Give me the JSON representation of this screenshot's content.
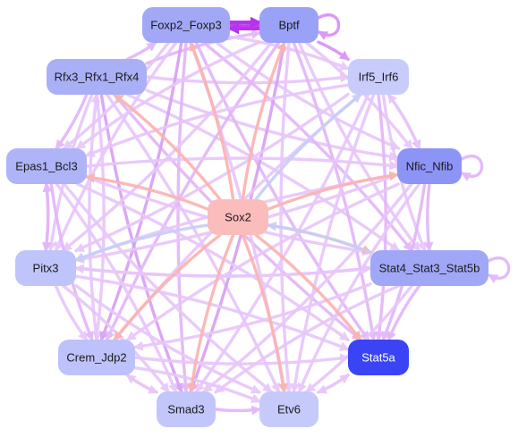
{
  "nodes": [
    {
      "id": "foxp2",
      "label": "Foxp2_Foxp3",
      "fill": "#a2a8f6",
      "text": "#1a1a1a"
    },
    {
      "id": "bptf",
      "label": "Bptf",
      "fill": "#9aa2f8",
      "text": "#1a1a1a"
    },
    {
      "id": "rfx3",
      "label": "Rfx3_Rfx1_Rfx4",
      "fill": "#aab0f6",
      "text": "#1a1a1a"
    },
    {
      "id": "irf5",
      "label": "Irf5_Irf6",
      "fill": "#c8ccfb",
      "text": "#1a1a1a"
    },
    {
      "id": "epas1",
      "label": "Epas1_Bcl3",
      "fill": "#aeb4f7",
      "text": "#1a1a1a"
    },
    {
      "id": "nfic",
      "label": "Nfic_Nfib",
      "fill": "#8c94f5",
      "text": "#1a1a1a"
    },
    {
      "id": "sox2",
      "label": "Sox2",
      "fill": "#fbbcbc",
      "text": "#1a1a1a"
    },
    {
      "id": "pitx3",
      "label": "Pitx3",
      "fill": "#bfc4fa",
      "text": "#1a1a1a"
    },
    {
      "id": "stat4",
      "label": "Stat4_Stat3_Stat5b",
      "fill": "#a0a7f7",
      "text": "#1a1a1a"
    },
    {
      "id": "crem",
      "label": "Crem_Jdp2",
      "fill": "#bdc2fa",
      "text": "#1a1a1a"
    },
    {
      "id": "stat5a",
      "label": "Stat5a",
      "fill": "#3a44f5",
      "text": "#ffffff"
    },
    {
      "id": "smad3",
      "label": "Smad3",
      "fill": "#c2c6fa",
      "text": "#1a1a1a"
    },
    {
      "id": "etv6",
      "label": "Etv6",
      "fill": "#c6cafb",
      "text": "#1a1a1a"
    }
  ],
  "edges": [
    {
      "from": "foxp2",
      "to": "bptf",
      "color": "#c040ee"
    },
    {
      "from": "bptf",
      "to": "foxp2",
      "color": "#c040ee"
    },
    {
      "from": "bptf",
      "to": "bptf",
      "color": "#d890f4"
    },
    {
      "from": "bptf",
      "to": "irf5",
      "color": "#d890f4"
    },
    {
      "from": "nfic",
      "to": "nfic",
      "color": "#e2b6f8"
    },
    {
      "from": "stat4",
      "to": "stat4",
      "color": "#e2b6f8"
    },
    {
      "from": "nfic",
      "to": "stat4",
      "color": "#e2b6f8"
    },
    {
      "from": "irf5",
      "to": "nfic",
      "color": "#e2b6f8"
    },
    {
      "from": "rfx3",
      "to": "foxp2",
      "color": "#e2b6f8"
    },
    {
      "from": "rfx3",
      "to": "bptf",
      "color": "#e2b6f8"
    },
    {
      "from": "rfx3",
      "to": "irf5",
      "color": "#e8c6fa"
    },
    {
      "from": "rfx3",
      "to": "epas1",
      "color": "#e2b6f8"
    },
    {
      "from": "rfx3",
      "to": "nfic",
      "color": "#e8c6fa"
    },
    {
      "from": "rfx3",
      "to": "stat4",
      "color": "#e8c6fa"
    },
    {
      "from": "rfx3",
      "to": "stat5a",
      "color": "#e2b6f8"
    },
    {
      "from": "rfx3",
      "to": "etv6",
      "color": "#e8c6fa"
    },
    {
      "from": "rfx3",
      "to": "smad3",
      "color": "#d8a0f4"
    },
    {
      "from": "rfx3",
      "to": "crem",
      "color": "#e8c6fa"
    },
    {
      "from": "rfx3",
      "to": "pitx3",
      "color": "#e8c6fa"
    },
    {
      "from": "foxp2",
      "to": "irf5",
      "color": "#e8c6fa"
    },
    {
      "from": "foxp2",
      "to": "nfic",
      "color": "#e8c6fa"
    },
    {
      "from": "foxp2",
      "to": "stat4",
      "color": "#e2b6f8"
    },
    {
      "from": "foxp2",
      "to": "stat5a",
      "color": "#e2b6f8"
    },
    {
      "from": "foxp2",
      "to": "etv6",
      "color": "#e8c6fa"
    },
    {
      "from": "foxp2",
      "to": "smad3",
      "color": "#e2b6f8"
    },
    {
      "from": "foxp2",
      "to": "crem",
      "color": "#d8a0f4"
    },
    {
      "from": "foxp2",
      "to": "pitx3",
      "color": "#e8c6fa"
    },
    {
      "from": "foxp2",
      "to": "epas1",
      "color": "#e8c6fa"
    },
    {
      "from": "bptf",
      "to": "epas1",
      "color": "#e8c6fa"
    },
    {
      "from": "bptf",
      "to": "pitx3",
      "color": "#e8c6fa"
    },
    {
      "from": "bptf",
      "to": "crem",
      "color": "#e2b6f8"
    },
    {
      "from": "bptf",
      "to": "smad3",
      "color": "#d8a0f4"
    },
    {
      "from": "bptf",
      "to": "etv6",
      "color": "#e8c6fa"
    },
    {
      "from": "bptf",
      "to": "stat5a",
      "color": "#e2b6f8"
    },
    {
      "from": "bptf",
      "to": "stat4",
      "color": "#e8c6fa"
    },
    {
      "from": "bptf",
      "to": "nfic",
      "color": "#e8c6fa"
    },
    {
      "from": "irf5",
      "to": "epas1",
      "color": "#e8c6fa"
    },
    {
      "from": "irf5",
      "to": "pitx3",
      "color": "#e8c6fa"
    },
    {
      "from": "irf5",
      "to": "crem",
      "color": "#e8c6fa"
    },
    {
      "from": "irf5",
      "to": "smad3",
      "color": "#e8c6fa"
    },
    {
      "from": "irf5",
      "to": "etv6",
      "color": "#e8c6fa"
    },
    {
      "from": "irf5",
      "to": "stat5a",
      "color": "#e2b6f8"
    },
    {
      "from": "irf5",
      "to": "stat4",
      "color": "#e8c6fa"
    },
    {
      "from": "epas1",
      "to": "nfic",
      "color": "#e8c6fa"
    },
    {
      "from": "epas1",
      "to": "stat4",
      "color": "#e8c6fa"
    },
    {
      "from": "epas1",
      "to": "stat5a",
      "color": "#e8c6fa"
    },
    {
      "from": "epas1",
      "to": "etv6",
      "color": "#e8c6fa"
    },
    {
      "from": "epas1",
      "to": "smad3",
      "color": "#e8c6fa"
    },
    {
      "from": "epas1",
      "to": "crem",
      "color": "#e2b6f8"
    },
    {
      "from": "epas1",
      "to": "pitx3",
      "color": "#e2b6f8"
    },
    {
      "from": "pitx3",
      "to": "epas1",
      "color": "#e2b6f8"
    },
    {
      "from": "pitx3",
      "to": "nfic",
      "color": "#e8c6fa"
    },
    {
      "from": "pitx3",
      "to": "stat4",
      "color": "#e8c6fa"
    },
    {
      "from": "pitx3",
      "to": "stat5a",
      "color": "#e8c6fa"
    },
    {
      "from": "pitx3",
      "to": "etv6",
      "color": "#e8c6fa"
    },
    {
      "from": "pitx3",
      "to": "smad3",
      "color": "#e8c6fa"
    },
    {
      "from": "pitx3",
      "to": "crem",
      "color": "#e8c6fa"
    },
    {
      "from": "nfic",
      "to": "pitx3",
      "color": "#e8c6fa"
    },
    {
      "from": "nfic",
      "to": "crem",
      "color": "#e8c6fa"
    },
    {
      "from": "nfic",
      "to": "smad3",
      "color": "#e8c6fa"
    },
    {
      "from": "nfic",
      "to": "etv6",
      "color": "#e8c6fa"
    },
    {
      "from": "nfic",
      "to": "stat5a",
      "color": "#e2b6f8"
    },
    {
      "from": "nfic",
      "to": "irf5",
      "color": "#e8c6fa"
    },
    {
      "from": "stat4",
      "to": "crem",
      "color": "#e8c6fa"
    },
    {
      "from": "stat4",
      "to": "smad3",
      "color": "#e8c6fa"
    },
    {
      "from": "stat4",
      "to": "etv6",
      "color": "#e8c6fa"
    },
    {
      "from": "stat4",
      "to": "stat5a",
      "color": "#e2b6f8"
    },
    {
      "from": "stat4",
      "to": "pitx3",
      "color": "#e8c6fa"
    },
    {
      "from": "crem",
      "to": "smad3",
      "color": "#e8c6fa"
    },
    {
      "from": "crem",
      "to": "etv6",
      "color": "#e8c6fa"
    },
    {
      "from": "crem",
      "to": "stat5a",
      "color": "#e8c6fa"
    },
    {
      "from": "crem",
      "to": "rfx3",
      "color": "#e8c6fa"
    },
    {
      "from": "smad3",
      "to": "etv6",
      "color": "#e2b6f8"
    },
    {
      "from": "smad3",
      "to": "crem",
      "color": "#e8c6fa"
    },
    {
      "from": "etv6",
      "to": "stat5a",
      "color": "#e8c6fa"
    },
    {
      "from": "stat5a",
      "to": "etv6",
      "color": "#e8c6fa"
    },
    {
      "from": "sox2",
      "to": "foxp2",
      "color": "#fbb4b0"
    },
    {
      "from": "sox2",
      "to": "bptf",
      "color": "#fbb4b0"
    },
    {
      "from": "sox2",
      "to": "rfx3",
      "color": "#fbb4b0"
    },
    {
      "from": "sox2",
      "to": "irf5",
      "color": "#c8cef8"
    },
    {
      "from": "sox2",
      "to": "epas1",
      "color": "#fbb4b0"
    },
    {
      "from": "sox2",
      "to": "nfic",
      "color": "#fbb4b0"
    },
    {
      "from": "sox2",
      "to": "pitx3",
      "color": "#c8cef8"
    },
    {
      "from": "sox2",
      "to": "stat4",
      "color": "#fbb4b0"
    },
    {
      "from": "sox2",
      "to": "crem",
      "color": "#fbb4b0"
    },
    {
      "from": "sox2",
      "to": "stat5a",
      "color": "#fbb4b0"
    },
    {
      "from": "sox2",
      "to": "smad3",
      "color": "#fbb4b0"
    },
    {
      "from": "sox2",
      "to": "etv6",
      "color": "#fbb4b0"
    },
    {
      "from": "stat4",
      "to": "sox2",
      "color": "#c8cef8"
    }
  ]
}
